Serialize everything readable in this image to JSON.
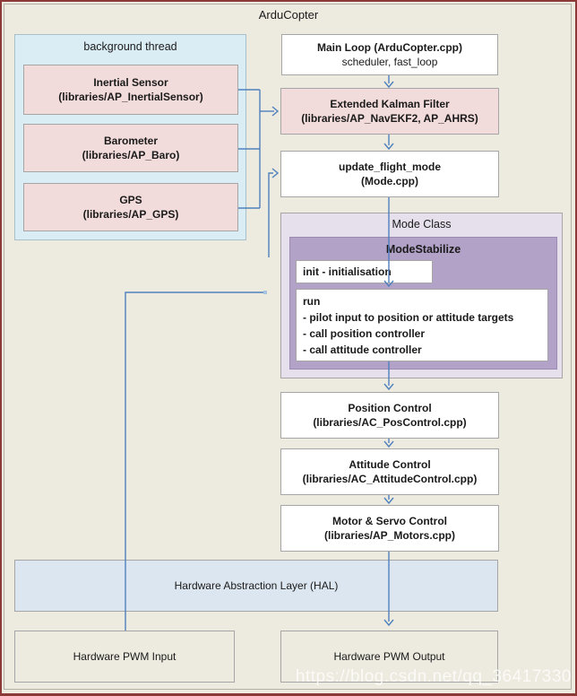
{
  "diagram": {
    "title": "ArduCopter",
    "watermark": "https://blog.csdn.net/qq_36417330",
    "background_thread": {
      "label": "background thread",
      "inertial_sensor": {
        "title": "Inertial Sensor",
        "subtitle": "(libraries/AP_InertialSensor)"
      },
      "barometer": {
        "title": "Barometer",
        "subtitle": "(libraries/AP_Baro)"
      },
      "gps": {
        "title": "GPS",
        "subtitle": "(libraries/AP_GPS)"
      }
    },
    "main_loop": {
      "title": "Main Loop (ArduCopter.cpp)",
      "subtitle": "scheduler, fast_loop"
    },
    "ekf": {
      "title": "Extended Kalman Filter",
      "subtitle": "(libraries/AP_NavEKF2, AP_AHRS)"
    },
    "update_flight_mode": {
      "title": "update_flight_mode",
      "subtitle": "(Mode.cpp)"
    },
    "mode_class": {
      "label": "Mode Class",
      "mode_stabilize": {
        "title": "ModeStabilize",
        "init_label": "init - initialisation",
        "run": {
          "title": "run",
          "items": [
            "- pilot input to position or attitude targets",
            "- call position controller",
            "- call attitude controller"
          ]
        }
      }
    },
    "position_control": {
      "title": "Position Control",
      "subtitle": "(libraries/AC_PosControl.cpp)"
    },
    "attitude_control": {
      "title": "Attitude Control",
      "subtitle": "(libraries/AC_AttitudeControl.cpp)"
    },
    "motor_servo_control": {
      "title": "Motor & Servo Control",
      "subtitle": "(libraries/AP_Motors.cpp)"
    },
    "hal": {
      "label": "Hardware Abstraction Layer (HAL)"
    },
    "pwm_input": {
      "label": "Hardware PWM Input"
    },
    "pwm_output": {
      "label": "Hardware PWM Output"
    },
    "colors": {
      "background": "#edeadf",
      "frame_border": "#8c3a38",
      "sensor_pink": "#f2dcdb",
      "thread_blue": "#daecf4",
      "mode_lavender": "#e5e0ec",
      "mode_purple": "#b2a2c7",
      "hal_blue": "#dce6f1",
      "arrow_blue": "#4f81bd"
    }
  }
}
